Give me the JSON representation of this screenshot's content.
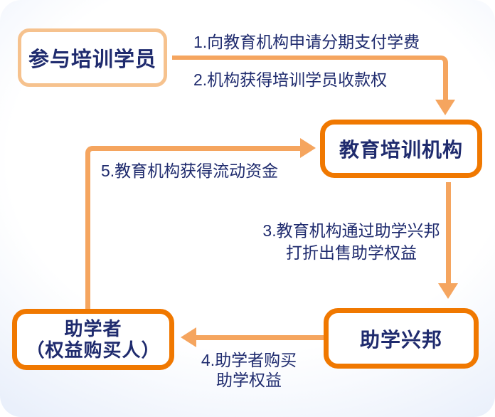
{
  "colors": {
    "accent_strong": "#F07800",
    "accent_soft": "#F6C28E",
    "arrow": "#F5A55F",
    "text": "#1F2B6E",
    "bg_edge": "#D2DEF7"
  },
  "nodes": {
    "student": {
      "label": "参与培训学员"
    },
    "institution": {
      "label": "教育培训机构"
    },
    "platform": {
      "label": "助学兴邦"
    },
    "sponsor": {
      "line1": "助学者",
      "line2": "（权益购买人）"
    }
  },
  "edges": {
    "step1": {
      "label": "1.向教育机构申请分期支付学费"
    },
    "step2": {
      "label": "2.机构获得培训学员收款权"
    },
    "step3": {
      "line1": "3.教育机构通过助学兴邦",
      "line2": "打折出售助学权益"
    },
    "step4": {
      "line1": "4.助学者购买",
      "line2": "助学权益"
    },
    "step5": {
      "label": "5.教育机构获得流动资金"
    }
  }
}
